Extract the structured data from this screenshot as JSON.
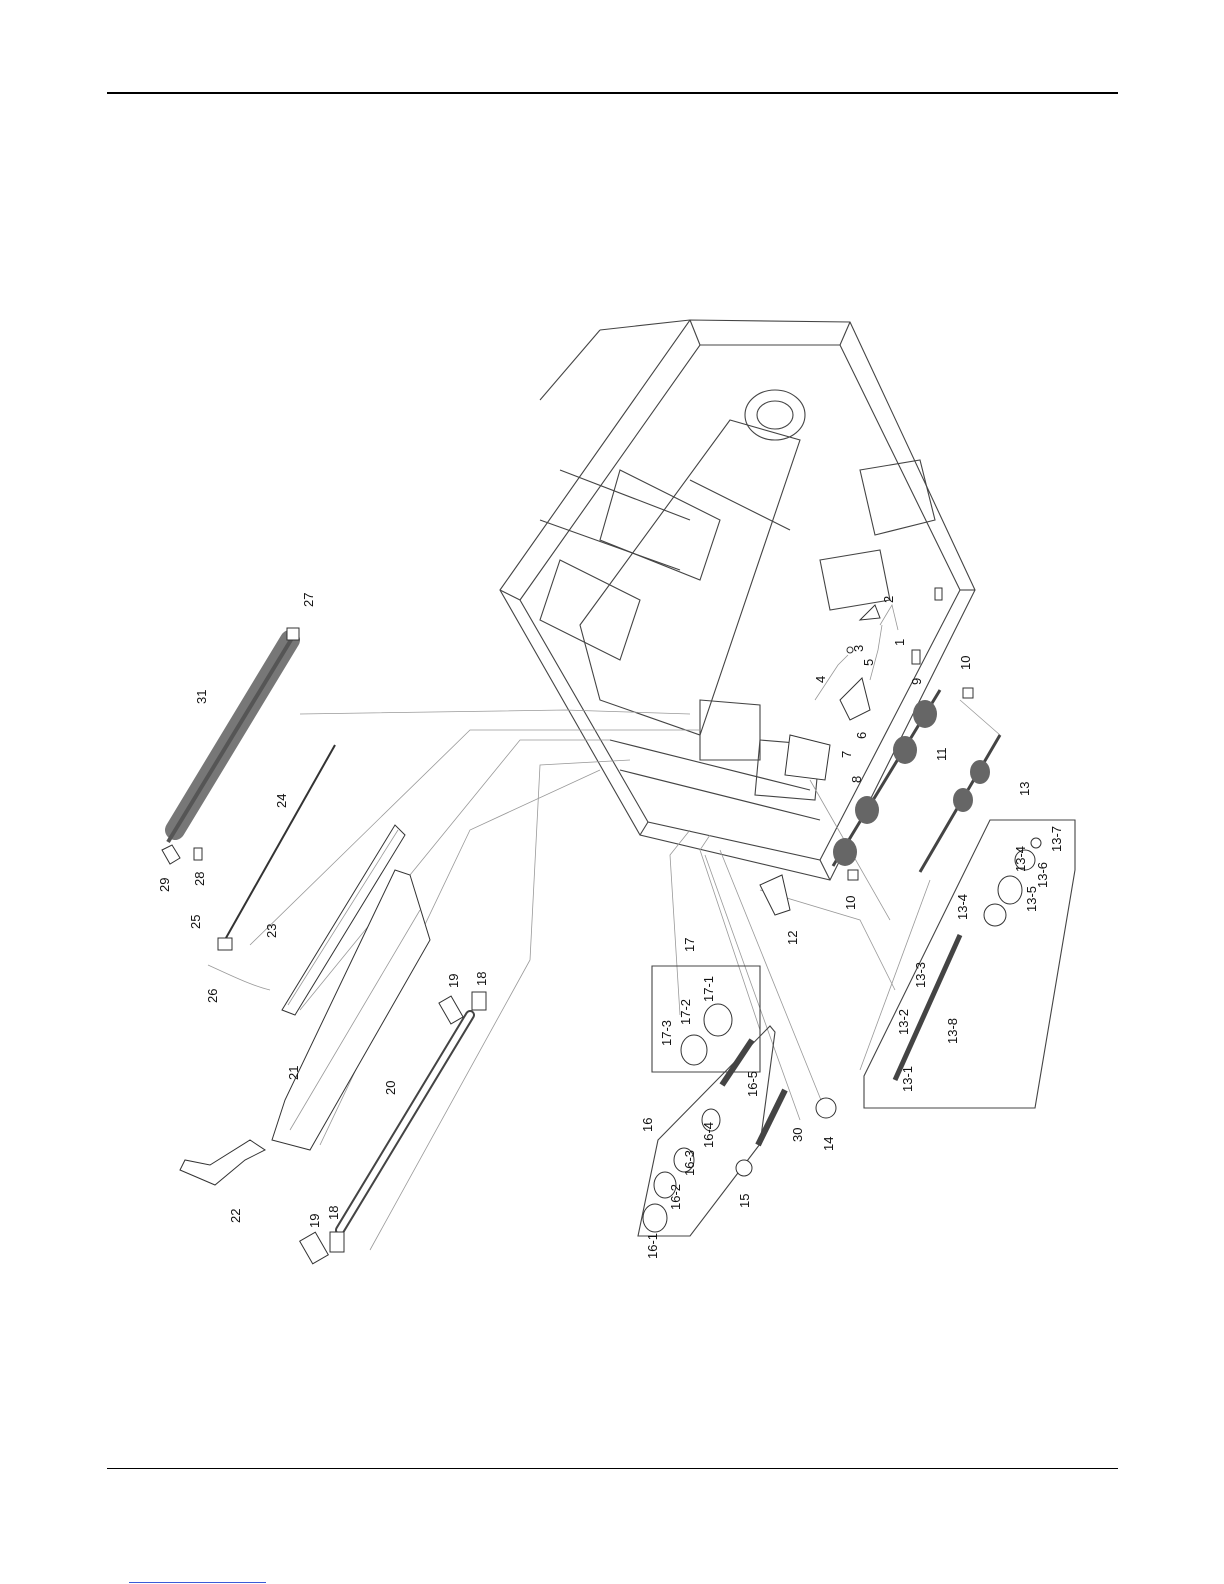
{
  "page": {
    "callouts": [
      {
        "id": "c1",
        "text": "1"
      },
      {
        "id": "c2",
        "text": "2"
      },
      {
        "id": "c3",
        "text": "3"
      },
      {
        "id": "c4",
        "text": "4"
      },
      {
        "id": "c5",
        "text": "5"
      },
      {
        "id": "c6",
        "text": "6"
      },
      {
        "id": "c7",
        "text": "7"
      },
      {
        "id": "c8",
        "text": "8"
      },
      {
        "id": "c9",
        "text": "9"
      },
      {
        "id": "c10a",
        "text": "10"
      },
      {
        "id": "c10b",
        "text": "10"
      },
      {
        "id": "c11",
        "text": "11"
      },
      {
        "id": "c12",
        "text": "12"
      },
      {
        "id": "c13",
        "text": "13"
      },
      {
        "id": "c13-1",
        "text": "13-1"
      },
      {
        "id": "c13-2",
        "text": "13-2"
      },
      {
        "id": "c13-3",
        "text": "13-3"
      },
      {
        "id": "c13-4a",
        "text": "13-4"
      },
      {
        "id": "c13-4b",
        "text": "13-4"
      },
      {
        "id": "c13-5",
        "text": "13-5"
      },
      {
        "id": "c13-6",
        "text": "13-6"
      },
      {
        "id": "c13-7",
        "text": "13-7"
      },
      {
        "id": "c13-8",
        "text": "13-8"
      },
      {
        "id": "c14",
        "text": "14"
      },
      {
        "id": "c15",
        "text": "15"
      },
      {
        "id": "c16",
        "text": "16"
      },
      {
        "id": "c16-1",
        "text": "16-1"
      },
      {
        "id": "c16-2",
        "text": "16-2"
      },
      {
        "id": "c16-3",
        "text": "16-3"
      },
      {
        "id": "c16-4",
        "text": "16-4"
      },
      {
        "id": "c16-5",
        "text": "16-5"
      },
      {
        "id": "c17",
        "text": "17"
      },
      {
        "id": "c17-1",
        "text": "17-1"
      },
      {
        "id": "c17-2",
        "text": "17-2"
      },
      {
        "id": "c17-3",
        "text": "17-3"
      },
      {
        "id": "c18a",
        "text": "18"
      },
      {
        "id": "c18b",
        "text": "18"
      },
      {
        "id": "c19a",
        "text": "19"
      },
      {
        "id": "c19b",
        "text": "19"
      },
      {
        "id": "c20",
        "text": "20"
      },
      {
        "id": "c21",
        "text": "21"
      },
      {
        "id": "c22",
        "text": "22"
      },
      {
        "id": "c23",
        "text": "23"
      },
      {
        "id": "c24",
        "text": "24"
      },
      {
        "id": "c25",
        "text": "25"
      },
      {
        "id": "c26",
        "text": "26"
      },
      {
        "id": "c27",
        "text": "27"
      },
      {
        "id": "c28",
        "text": "28"
      },
      {
        "id": "c29",
        "text": "29"
      },
      {
        "id": "c30",
        "text": "30"
      },
      {
        "id": "c31",
        "text": "31"
      }
    ]
  }
}
